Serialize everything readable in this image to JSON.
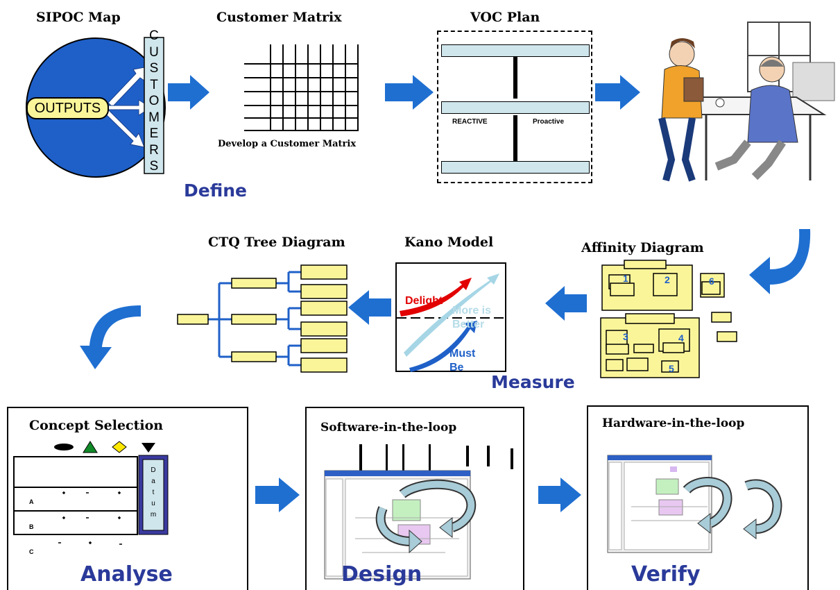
{
  "colors": {
    "arrow": "#1f6fd1",
    "phase": "#2a3a9a",
    "note_yellow": "#fbf59a",
    "sipoc_blue": "#1f60c8",
    "matrix_teal": "#cfe6ec"
  },
  "define": {
    "phase_label": "Define",
    "sipoc": {
      "title": "SIPOC Map",
      "outputs": "OUTPUTS",
      "customers_letters": [
        "C",
        "U",
        "S",
        "T",
        "O",
        "M",
        "E",
        "R",
        "S"
      ]
    },
    "customer_matrix": {
      "title": "Customer Matrix",
      "caption": "Develop a Customer Matrix"
    },
    "voc_plan": {
      "title": "VOC Plan",
      "reactive": "REACTIVE",
      "proactive": "Proactive"
    }
  },
  "measure": {
    "phase_label": "Measure",
    "affinity": {
      "title": "Affinity Diagram",
      "numbers": [
        "1",
        "2",
        "3",
        "4",
        "5",
        "6"
      ]
    },
    "kano": {
      "title": "Kano Model",
      "delight": "Delight",
      "more_is": "More is",
      "better": "Better",
      "must": "Must",
      "be": "Be"
    },
    "ctq": {
      "title": "CTQ Tree Diagram"
    }
  },
  "analyse": {
    "phase_label": "Analyse",
    "concept": {
      "title": "Concept Selection",
      "datum_letters": [
        "D",
        "a",
        "t",
        "u",
        "m"
      ],
      "rows": [
        "A",
        "B",
        "C"
      ]
    }
  },
  "design": {
    "phase_label": "Design",
    "title": "Software-in-the-loop"
  },
  "verify": {
    "phase_label": "Verify",
    "title": "Hardware-in-the-loop"
  }
}
